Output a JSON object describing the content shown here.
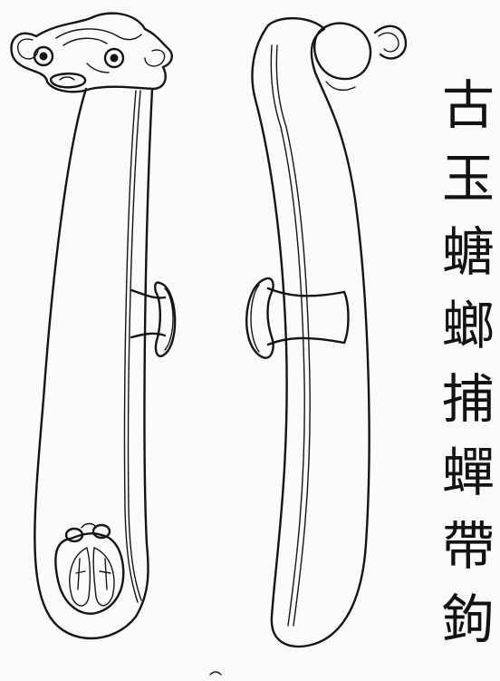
{
  "caption": {
    "chars": [
      "古",
      "玉",
      "螗",
      "螂",
      "捕",
      "蟬",
      "帶",
      "鉤"
    ]
  },
  "colors": {
    "ink": "#141414",
    "paper": "#fbfbf9"
  },
  "figures": {
    "left": "belt-hook-front-view",
    "right": "belt-hook-side-view"
  }
}
